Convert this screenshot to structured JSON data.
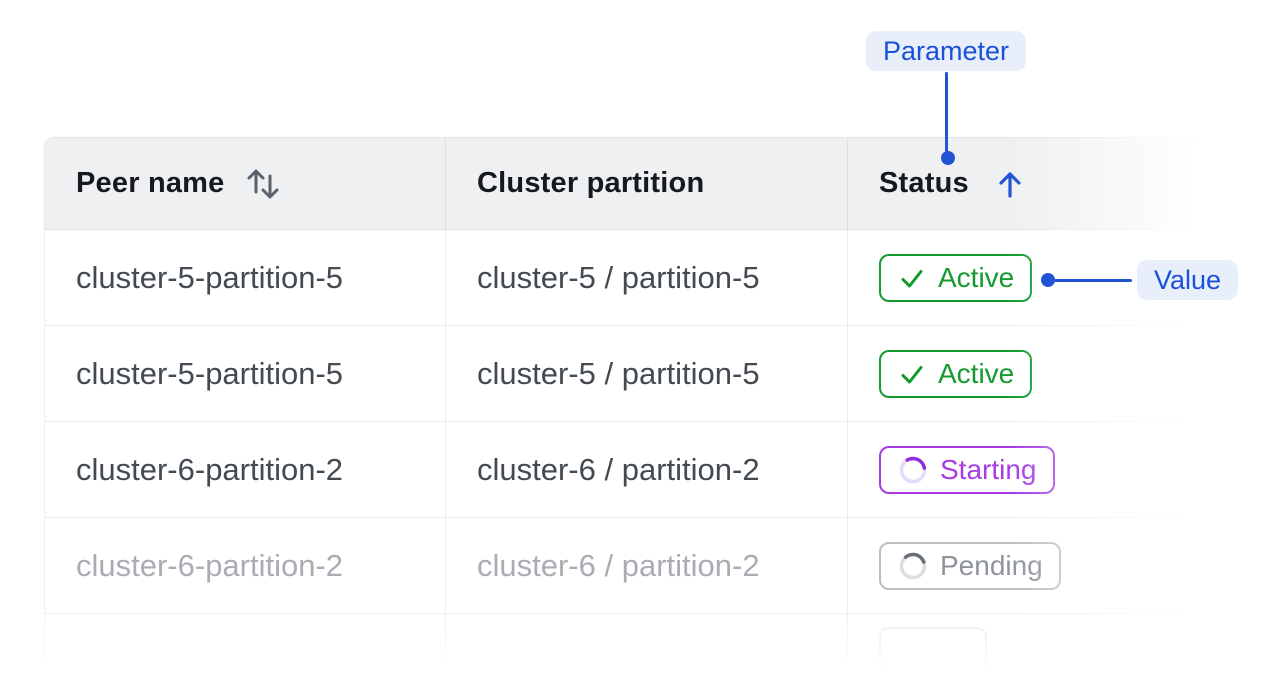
{
  "annotations": {
    "parameter_label": "Parameter",
    "value_label": "Value",
    "accent_color": "#2153d4",
    "pill_bg": "#e9eefb",
    "pill_text": "#1b51d9"
  },
  "table": {
    "header_bg": "#eef0f1",
    "header_text_color": "#16191e",
    "cell_text_color": "#434a52",
    "muted_text_color": "#a9adb3",
    "columns": [
      {
        "label": "Peer name",
        "sort": "both"
      },
      {
        "label": "Cluster partition",
        "sort": "none"
      },
      {
        "label": "Status",
        "sort": "asc"
      }
    ],
    "rows": [
      {
        "peer_name": "cluster-5-partition-5",
        "cluster_partition": "cluster-5 / partition-5",
        "status": "Active",
        "status_type": "active",
        "muted": false
      },
      {
        "peer_name": "cluster-5-partition-5",
        "cluster_partition": "cluster-5 / partition-5",
        "status": "Active",
        "status_type": "active",
        "muted": false
      },
      {
        "peer_name": "cluster-6-partition-2",
        "cluster_partition": "cluster-6 / partition-2",
        "status": "Starting",
        "status_type": "starting",
        "muted": false
      },
      {
        "peer_name": "cluster-6-partition-2",
        "cluster_partition": "cluster-6 / partition-2",
        "status": "Pending",
        "status_type": "pending",
        "muted": true
      },
      {
        "peer_name": "",
        "cluster_partition": "",
        "status": "",
        "status_type": "ghost",
        "muted": true
      }
    ],
    "status_styles": {
      "active": {
        "text": "#129b2e",
        "border": "#129b2e"
      },
      "starting": {
        "text": "#a63be6",
        "border": "#a63be6",
        "spinner_track": "#e7d9f9",
        "spinner_arc": "#8d2ed8"
      },
      "pending": {
        "text": "#8f949c",
        "border": "#babdc3",
        "spinner_track": "#dcdee1",
        "spinner_arc": "#696f78"
      },
      "ghost": {
        "border": "#ebebee"
      }
    },
    "icon_colors": {
      "sort_both": "#5a6270",
      "sort_asc": "#2153d4"
    }
  }
}
